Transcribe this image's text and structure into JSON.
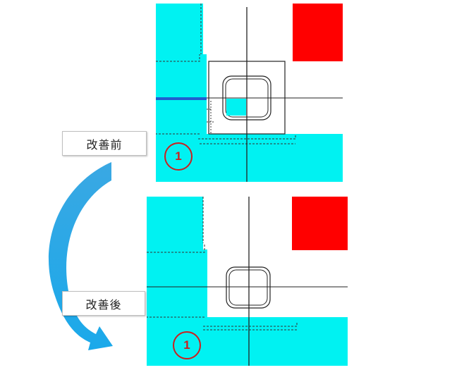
{
  "labels": {
    "before": "改善前",
    "after": "改善後"
  },
  "markers": {
    "before": "1",
    "after": "1"
  },
  "colors": {
    "cyan": "#00f2f2",
    "red": "#ff0000",
    "arrow": "#29a3e0",
    "marker": "#cc1f1f"
  },
  "icons": {
    "arrow": "curved-arrow-icon",
    "crosshair": "crosshair-icon",
    "hole": "rounded-square-hole-icon"
  }
}
